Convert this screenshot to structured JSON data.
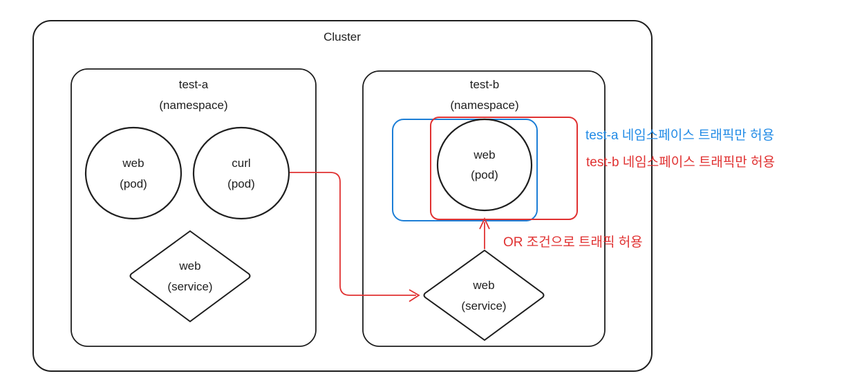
{
  "diagram": {
    "title": "Cluster",
    "namespaces": {
      "test_a": {
        "label": "test-a",
        "kind": "(namespace)"
      },
      "test_b": {
        "label": "test-b",
        "kind": "(namespace)"
      }
    },
    "nodes": {
      "web_pod_a": {
        "label": "web",
        "kind": "(pod)"
      },
      "curl_pod_a": {
        "label": "curl",
        "kind": "(pod)"
      },
      "web_svc_a": {
        "label": "web",
        "kind": "(service)"
      },
      "web_pod_b": {
        "label": "web",
        "kind": "(pod)"
      },
      "web_svc_b": {
        "label": "web",
        "kind": "(service)"
      }
    },
    "annotations": {
      "policy_test_a": {
        "text": "test-a 네임스페이스 트래픽만 허용",
        "color": "#228be6"
      },
      "policy_test_b": {
        "text": "test-b 네임스페이스 트래픽만 허용",
        "color": "#e03131"
      },
      "or_condition": {
        "text": "OR 조건으로 트래픽 허용",
        "color": "#e03131"
      }
    },
    "colors": {
      "shape_stroke": "#1e1e1e",
      "red_accent": "#e03131",
      "blue_accent": "#1c7ed6"
    }
  }
}
